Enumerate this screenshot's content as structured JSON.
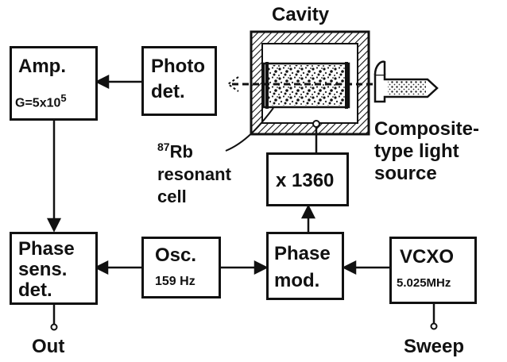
{
  "blocks": {
    "amp": {
      "line1": "Amp.",
      "line2_prefix": "G=5x10",
      "line2_exp": "5"
    },
    "photodet": {
      "line1": "Photo",
      "line2": "det."
    },
    "cavity": {
      "label": "Cavity"
    },
    "light_source": {
      "line1": "Composite-",
      "line2": "type light",
      "line3": "source"
    },
    "rb_cell": {
      "sup": "87",
      "line1": "Rb",
      "line2": "resonant",
      "line3": "cell"
    },
    "multiplier": {
      "label": "x 1360"
    },
    "psd": {
      "line1": "Phase",
      "line2": "sens.",
      "line3": "det."
    },
    "osc": {
      "line1": "Osc.",
      "line2": "159 Hz"
    },
    "phase_mod": {
      "line1": "Phase",
      "line2": "mod."
    },
    "vcxo": {
      "line1": "VCXO",
      "line2": "5.025MHz"
    }
  },
  "terminals": {
    "out": "Out",
    "sweep": "Sweep"
  }
}
